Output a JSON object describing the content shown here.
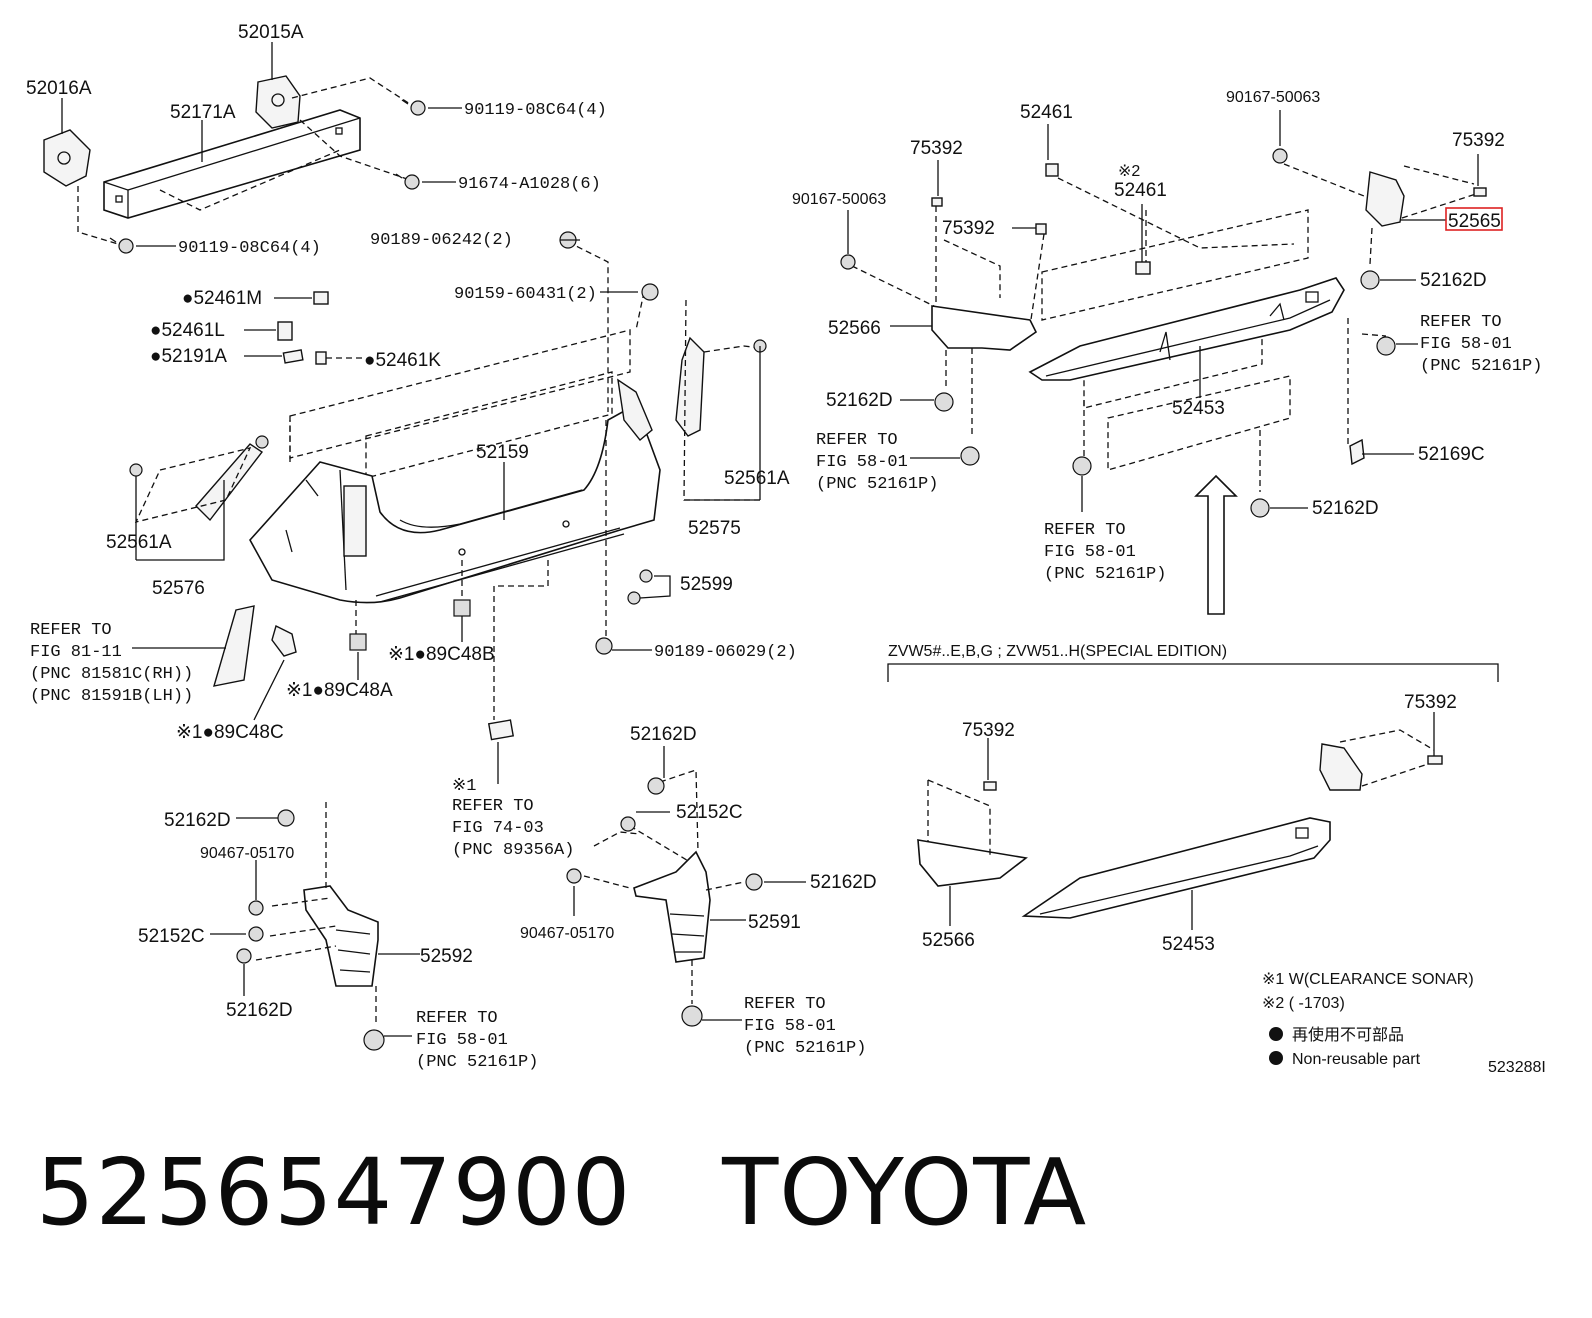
{
  "callouts": {
    "p52015A": "52015A",
    "p52016A": "52016A",
    "p52171A": "52171A",
    "b90119_08C64_4_top": "90119-08C64(4)",
    "b91674_A1028_6": "91674-A1028(6)",
    "b90119_08C64_4_bot": "90119-08C64(4)",
    "b90189_06242_2": "90189-06242(2)",
    "b90159_60431_2": "90159-60431(2)",
    "p52461M": "●52461M",
    "p52461L": "●52461L",
    "p52191A": "●52191A",
    "p52461K": "●52461K",
    "p52159": "52159",
    "p52561A_left": "52561A",
    "p52576": "52576",
    "p52561A_right": "52561A",
    "p52575": "52575",
    "p52599": "52599",
    "b90189_06029_2": "90189-06029(2)",
    "p89C48B": "※1●89C48B",
    "p89C48A": "※1●89C48A",
    "p89C48C": "※1●89C48C",
    "p52162D_mid_top": "52162D",
    "p52152C_mid": "52152C",
    "p52162D_mid_right": "52162D",
    "p52591": "52591",
    "b90467_05170_mid": "90467-05170",
    "p52162D_left_top": "52162D",
    "b90467_05170_left": "90467-05170",
    "p52152C_left": "52152C",
    "p52592": "52592",
    "p52162D_left_bot": "52162D",
    "p52461_top": "52461",
    "p52461_note": "※2\n52461",
    "b90167_50063_top": "90167-50063",
    "p75392_a": "75392",
    "p75392_b": "75392",
    "b90167_50063_left": "90167-50063",
    "p75392_c": "75392",
    "p52565": "52565",
    "p52162D_r1": "52162D",
    "p52566_top": "52566",
    "p52162D_r2": "52162D",
    "p52453_top": "52453",
    "p52169C": "52169C",
    "p52162D_r3": "52162D",
    "p75392_d": "75392",
    "p75392_e": "75392",
    "p52566_bot": "52566",
    "p52453_bot": "52453"
  },
  "references": {
    "fig81": [
      "REFER TO",
      "FIG 81-11",
      "(PNC 81581C(RH))",
      "(PNC 81591B(LH))"
    ],
    "fig74": [
      "※1",
      "REFER TO",
      "FIG 74-03",
      "(PNC 89356A)"
    ],
    "fig58_a": [
      "REFER TO",
      "FIG 58-01",
      "(PNC 52161P)"
    ],
    "fig58_b": [
      "REFER TO",
      "FIG 58-01",
      "(PNC 52161P)"
    ],
    "fig58_c": [
      "REFER TO",
      "FIG 58-01",
      "(PNC 52161P)"
    ],
    "fig58_d": [
      "REFER TO",
      "FIG 58-01",
      "(PNC 52161P)"
    ],
    "fig58_e": [
      "REFER TO",
      "FIG 58-01",
      "(PNC 52161P)"
    ]
  },
  "variant_note": "ZVW5#..E,B,G ; ZVW51..H(SPECIAL EDITION)",
  "legend": {
    "note1": "※1 W(CLEARANCE SONAR)",
    "note2": "※2 (       -1703)",
    "nonreuse_jp": "再使用不可部品",
    "nonreuse_en": "Non-reusable part"
  },
  "diagram_code": "523288I",
  "caption": {
    "part_number": "5256547900",
    "brand": "TOYOTA"
  },
  "colors": {
    "highlight": "#d22222",
    "ink": "#111111"
  }
}
